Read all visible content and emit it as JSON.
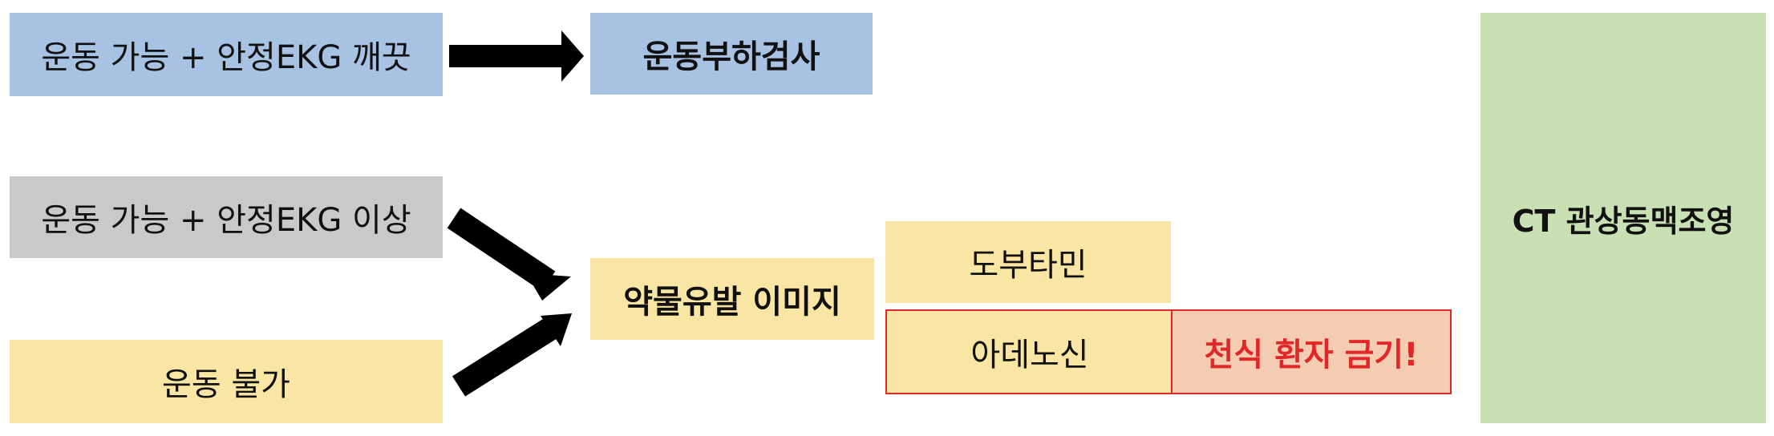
{
  "nodes": {
    "exercise_ok_clean": "운동 가능 + 안정EKG 깨끗",
    "exercise_stress_test": "운동부하검사",
    "exercise_ok_abnormal": "운동 가능 + 안정EKG 이상",
    "exercise_not_possible": "운동 불가",
    "pharm_stress_imaging": "약물유발 이미지",
    "dobutamine": "도부타민",
    "adenosine": "아데노신",
    "asthma_warning": "천식 환자 금기!",
    "ct_coronary_angio": "CT 관상동맥조영"
  },
  "colors": {
    "blue": "#a7c2e3",
    "gray": "#c9c9c9",
    "yellow": "#fae6a4",
    "green": "#c9dfb4",
    "peach": "#f4ccb2",
    "warning_red": "#e02828",
    "arrow": "#000000"
  }
}
